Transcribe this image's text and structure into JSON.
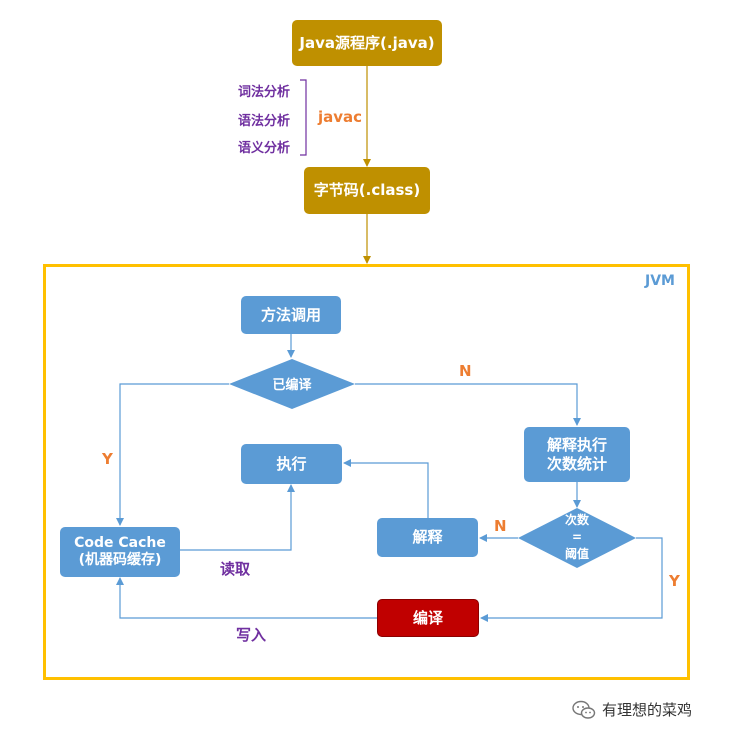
{
  "top": {
    "source_label": "Java源程序(.java)",
    "bytecode_label": "字节码(.class)",
    "stages": [
      "词法分析",
      "语法分析",
      "语义分析"
    ],
    "compiler_label": "javac"
  },
  "jvm": {
    "label": "JVM",
    "method_call": "方法调用",
    "compiled_check": "已编译",
    "interpret_execute": [
      "解释执行",
      "次数统计"
    ],
    "threshold_check": [
      "次数",
      "=",
      "阈值"
    ],
    "execute": "执行",
    "interpret": "解释",
    "code_cache": [
      "Code Cache",
      "(机器码缓存)"
    ],
    "compile": "编译",
    "edge_labels": {
      "yes_left": "Y",
      "no_top": "N",
      "no_threshold": "N",
      "yes_threshold": "Y",
      "read": "读取",
      "write": "写入"
    }
  },
  "watermark": {
    "text": "有理想的菜鸡",
    "icon": "wechat-icon"
  },
  "colors": {
    "gold": "#bf9000",
    "blue": "#5b9bd5",
    "red": "#c00000",
    "frame": "#ffc000",
    "purple": "#7030a0",
    "orange": "#ed7d31"
  }
}
